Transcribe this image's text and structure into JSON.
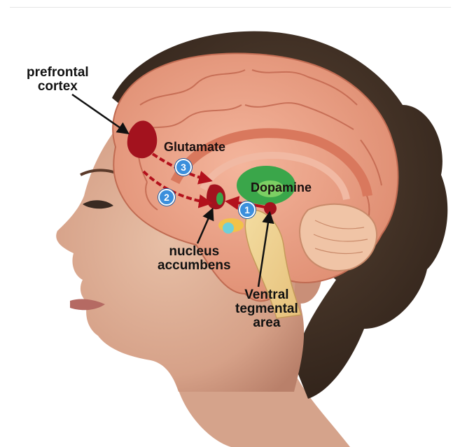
{
  "labels": {
    "prefrontal_cortex_line1": "prefrontal",
    "prefrontal_cortex_line2": "cortex",
    "glutamate": "Glutamate",
    "dopamine": "Dopamine",
    "nucleus_accumbens_line1": "nucleus",
    "nucleus_accumbens_line2": "accumbens",
    "vta_line1": "Ventral",
    "vta_line2": "tegmental",
    "vta_line3": "area"
  },
  "pathway_markers": [
    "1",
    "2",
    "3"
  ],
  "colors": {
    "cortex": "#e89a80",
    "region_highlight": "#a3121e",
    "dopamine_area": "#3aa64a",
    "pathway_arrow": "#b3111c",
    "marker": "#3b8fdc"
  }
}
